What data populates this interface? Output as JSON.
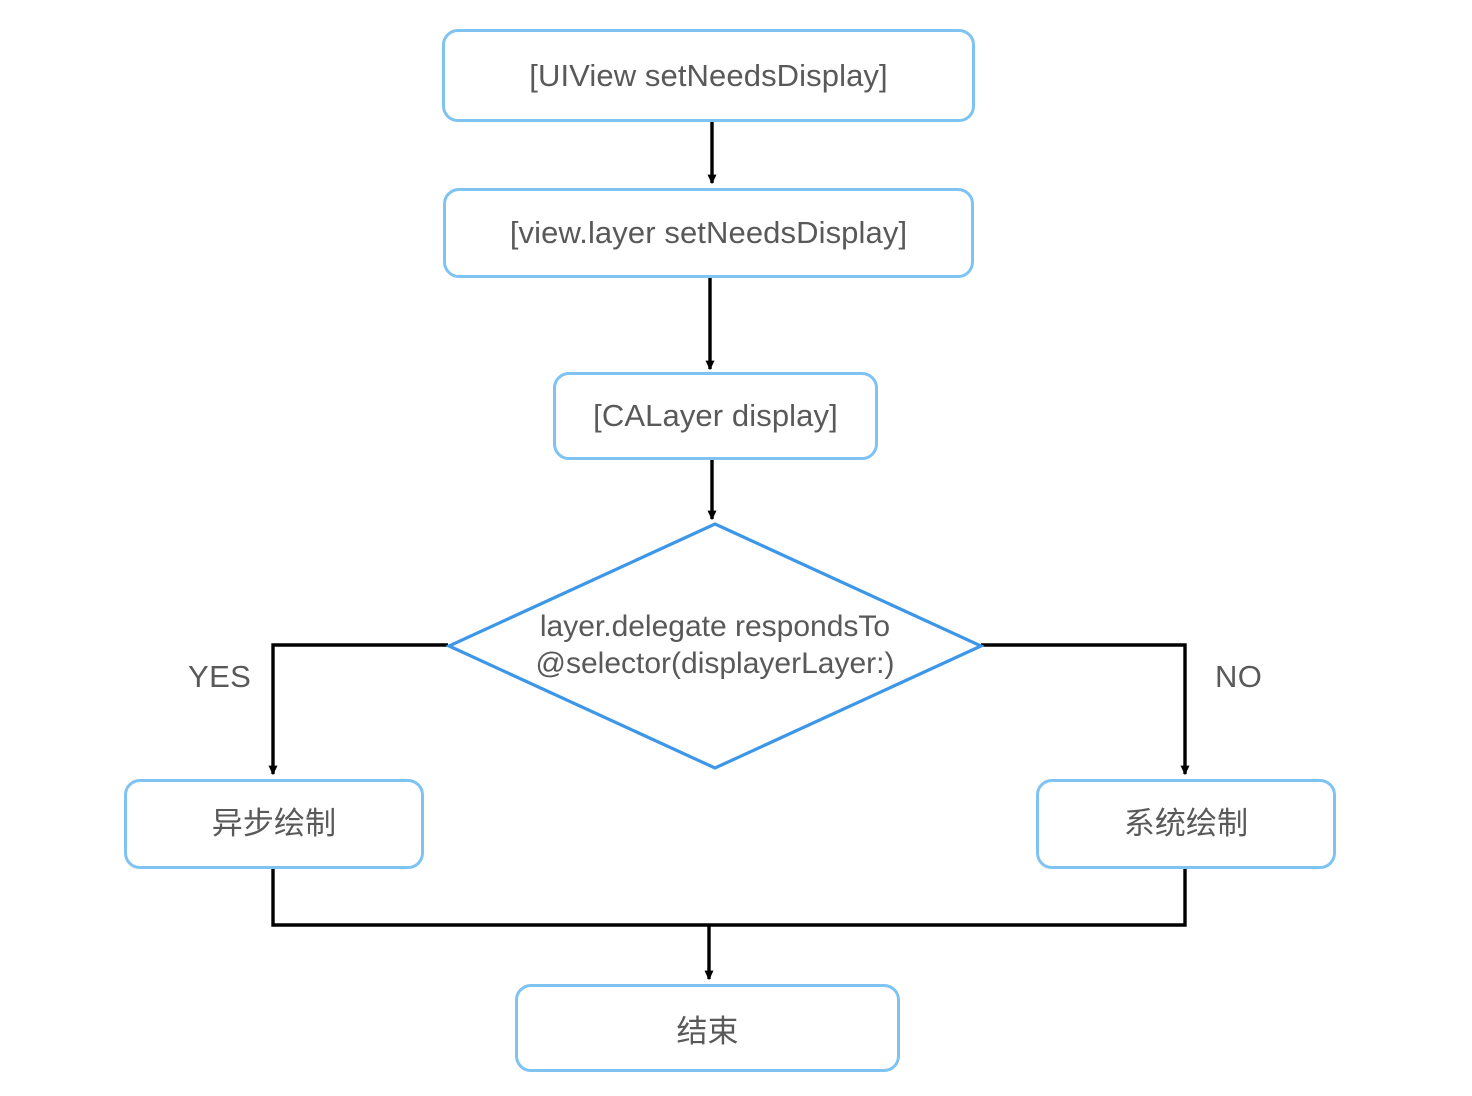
{
  "diagram": {
    "title": "UIView setNeedsDisplay drawing flow",
    "type": "flowchart",
    "background": "#ffffff",
    "node_border_color": "#7ec3f2",
    "decision_border_color": "#3d97e8",
    "text_color": "#595959",
    "connector_color": "#000000"
  },
  "nodes": {
    "start": {
      "label": "[UIView setNeedsDisplay]",
      "shape": "rounded-rect"
    },
    "layer_set_needs_display": {
      "label": "[view.layer setNeedsDisplay]",
      "shape": "rounded-rect"
    },
    "calayer_display": {
      "label": "[CALayer display]",
      "shape": "rounded-rect"
    },
    "decision": {
      "label": "layer.delegate respondsTo\n@selector(displayerLayer:)",
      "line1": "layer.delegate respondsTo",
      "line2": "@selector(displayerLayer:)",
      "shape": "diamond"
    },
    "async_draw": {
      "label": "异步绘制",
      "shape": "rounded-rect"
    },
    "system_draw": {
      "label": "系统绘制",
      "shape": "rounded-rect"
    },
    "end": {
      "label": "结束",
      "shape": "rounded-rect"
    }
  },
  "edge_labels": {
    "yes": "YES",
    "no": "NO"
  },
  "edges": [
    {
      "from": "start",
      "to": "layer_set_needs_display",
      "label": ""
    },
    {
      "from": "layer_set_needs_display",
      "to": "calayer_display",
      "label": ""
    },
    {
      "from": "calayer_display",
      "to": "decision",
      "label": ""
    },
    {
      "from": "decision",
      "to": "async_draw",
      "label": "YES"
    },
    {
      "from": "decision",
      "to": "system_draw",
      "label": "NO"
    },
    {
      "from": "async_draw",
      "to": "end",
      "label": ""
    },
    {
      "from": "system_draw",
      "to": "end",
      "label": ""
    }
  ]
}
